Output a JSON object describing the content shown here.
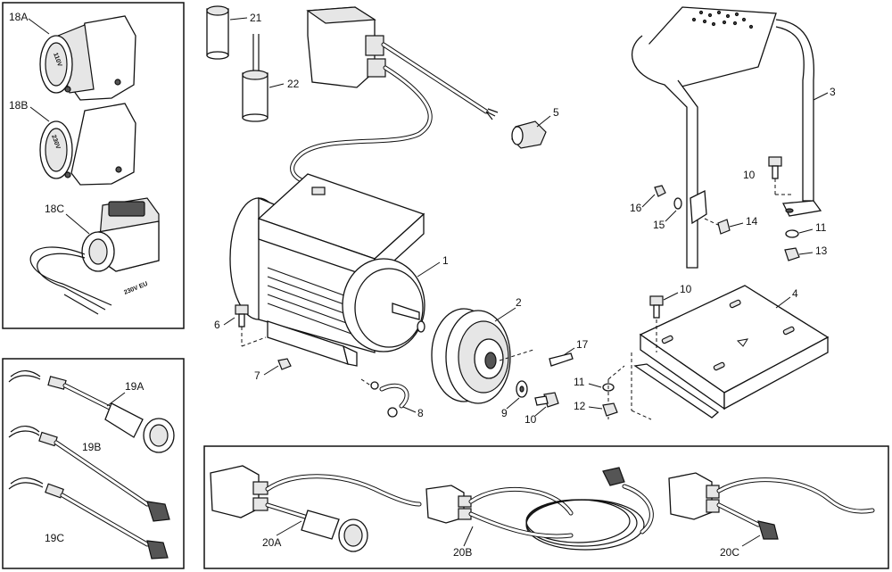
{
  "labels": {
    "p1": "1",
    "p2": "2",
    "p3": "3",
    "p4": "4",
    "p5": "5",
    "p6": "6",
    "p7": "7",
    "p8": "8",
    "p9": "9",
    "p10a": "10",
    "p10b": "10",
    "p10c": "10",
    "p11a": "11",
    "p11b": "11",
    "p12": "12",
    "p13": "13",
    "p14": "14",
    "p15": "15",
    "p16": "16",
    "p17": "17",
    "p21": "21",
    "p22": "22",
    "p18a": "18A",
    "p18b": "18B",
    "p18c": "18C",
    "p19a": "19A",
    "p19b": "19B",
    "p19c": "19C",
    "p20a": "20A",
    "p20b": "20B",
    "p20c": "20C"
  },
  "plug_text": {
    "v110": "110V",
    "v230": "230V",
    "eu230": "230V EU"
  }
}
